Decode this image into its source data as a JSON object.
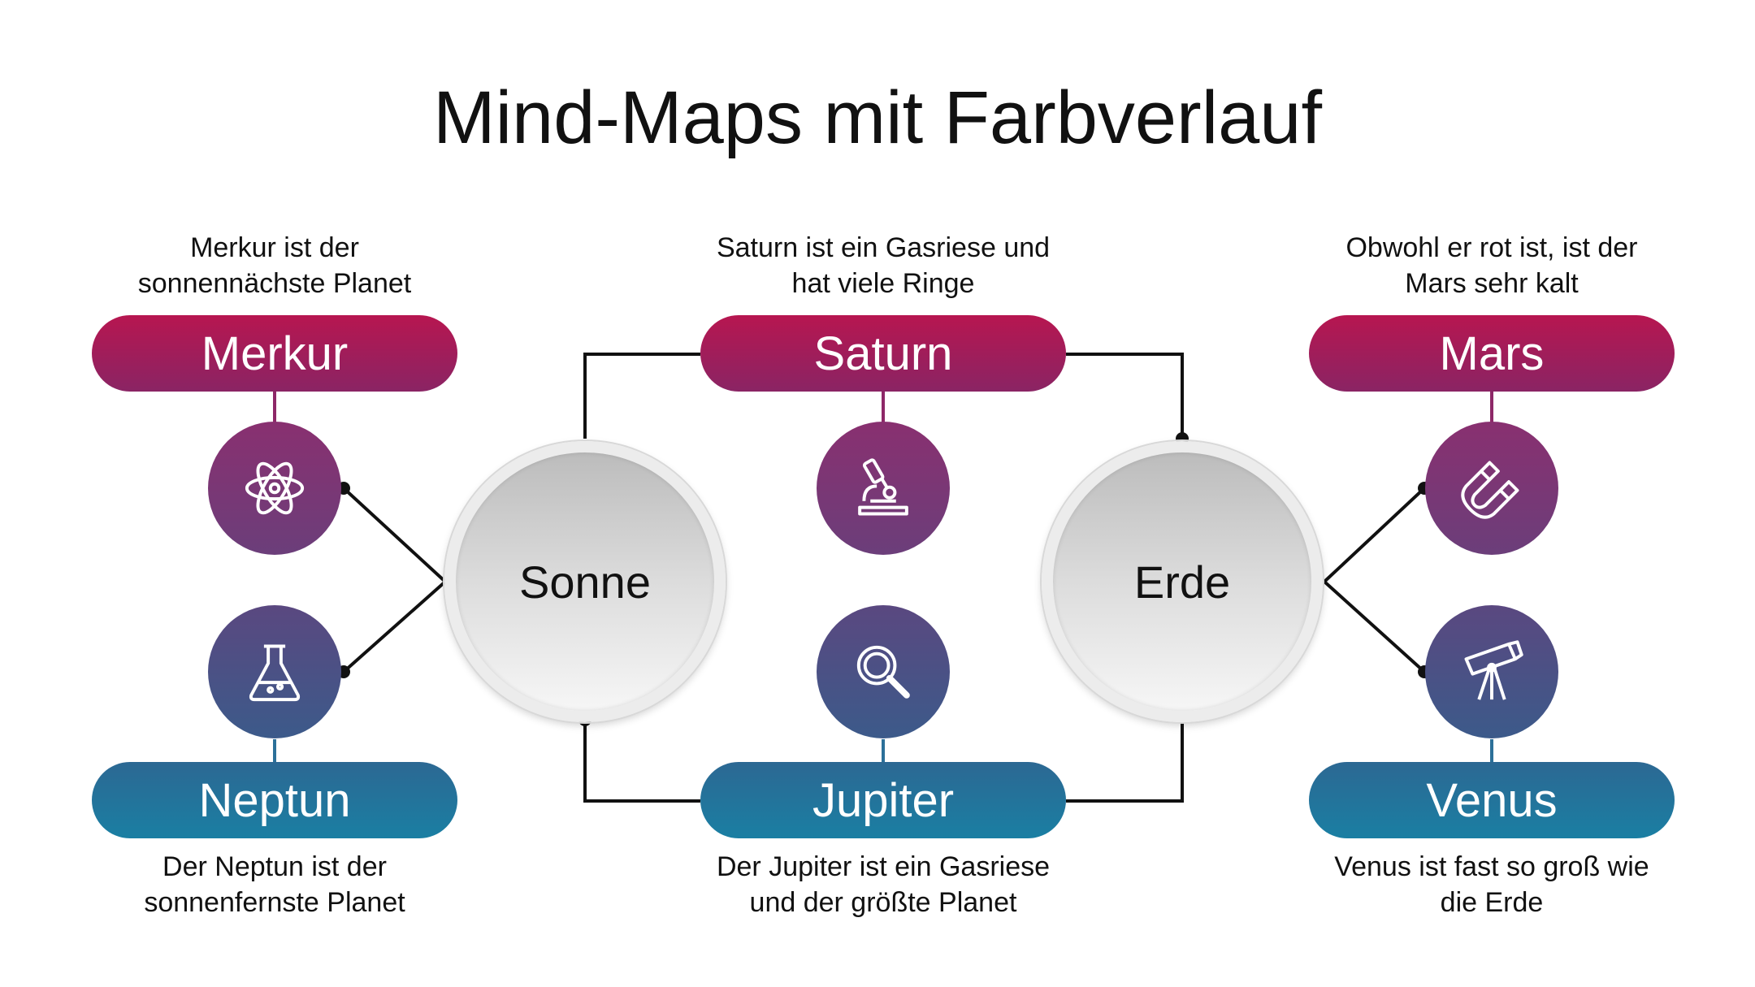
{
  "title": "Mind-Maps mit Farbverlauf",
  "hubs": {
    "sun": "Sonne",
    "earth": "Erde"
  },
  "planets": {
    "mercury": {
      "label": "Merkur",
      "desc_line1": "Merkur ist der",
      "desc_line2": "sonnennächste Planet",
      "icon": "atom-icon"
    },
    "neptune": {
      "label": "Neptun",
      "desc_line1": "Der Neptun ist der",
      "desc_line2": "sonnenfernste Planet",
      "icon": "flask-icon"
    },
    "saturn": {
      "label": "Saturn",
      "desc_line1": "Saturn ist ein Gasriese und",
      "desc_line2": "hat viele Ringe",
      "icon": "microscope-icon"
    },
    "jupiter": {
      "label": "Jupiter",
      "desc_line1": "Der Jupiter ist ein Gasriese",
      "desc_line2": "und der größte Planet",
      "icon": "magnifier-icon"
    },
    "mars": {
      "label": "Mars",
      "desc_line1": "Obwohl er rot ist, ist der",
      "desc_line2": "Mars sehr kalt",
      "icon": "magnet-icon"
    },
    "venus": {
      "label": "Venus",
      "desc_line1": "Venus ist fast so groß wie",
      "desc_line2": "die Erde",
      "icon": "telescope-icon"
    }
  },
  "colors": {
    "top_pill_start": "#b71650",
    "top_pill_end": "#8a2464",
    "bottom_pill_start": "#2c6893",
    "bottom_pill_end": "#1a7fa3",
    "hub_gray": "#d0d0d0",
    "connector": "#111111"
  }
}
